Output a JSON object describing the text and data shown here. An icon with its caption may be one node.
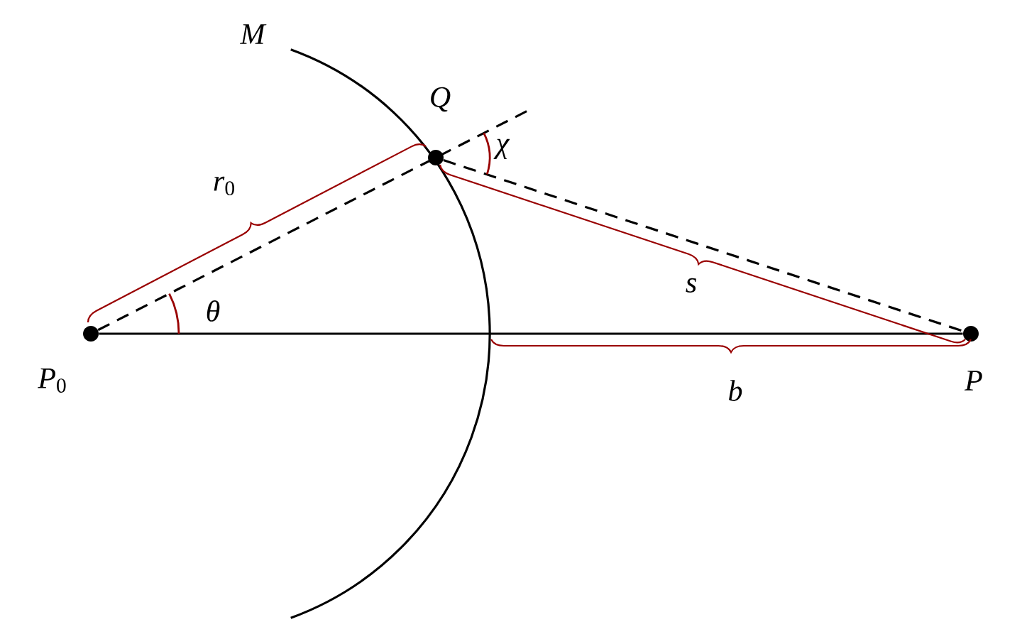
{
  "diagram": {
    "nodes": [
      {
        "text": [
          "*P*$_{0}$"
        ]
      },
      {
        "text": [
          "Q"
        ]
      },
      {
        "text": [
          "P"
        ]
      }
    ],
    "edges": [
      {
        "from": 0,
        "to": 2,
        "arrow": "none"
      },
      {
        "from": 0,
        "to": 1,
        "arrow": "none",
        "style": "dashed"
      },
      {
        "from": 1,
        "to": 2,
        "arrow": "none",
        "style": "dashed"
      }
    ],
    "labels": [
      "M",
      "*r*$_{0}$",
      "χ",
      "θ",
      "s",
      "b"
    ]
  }
}
